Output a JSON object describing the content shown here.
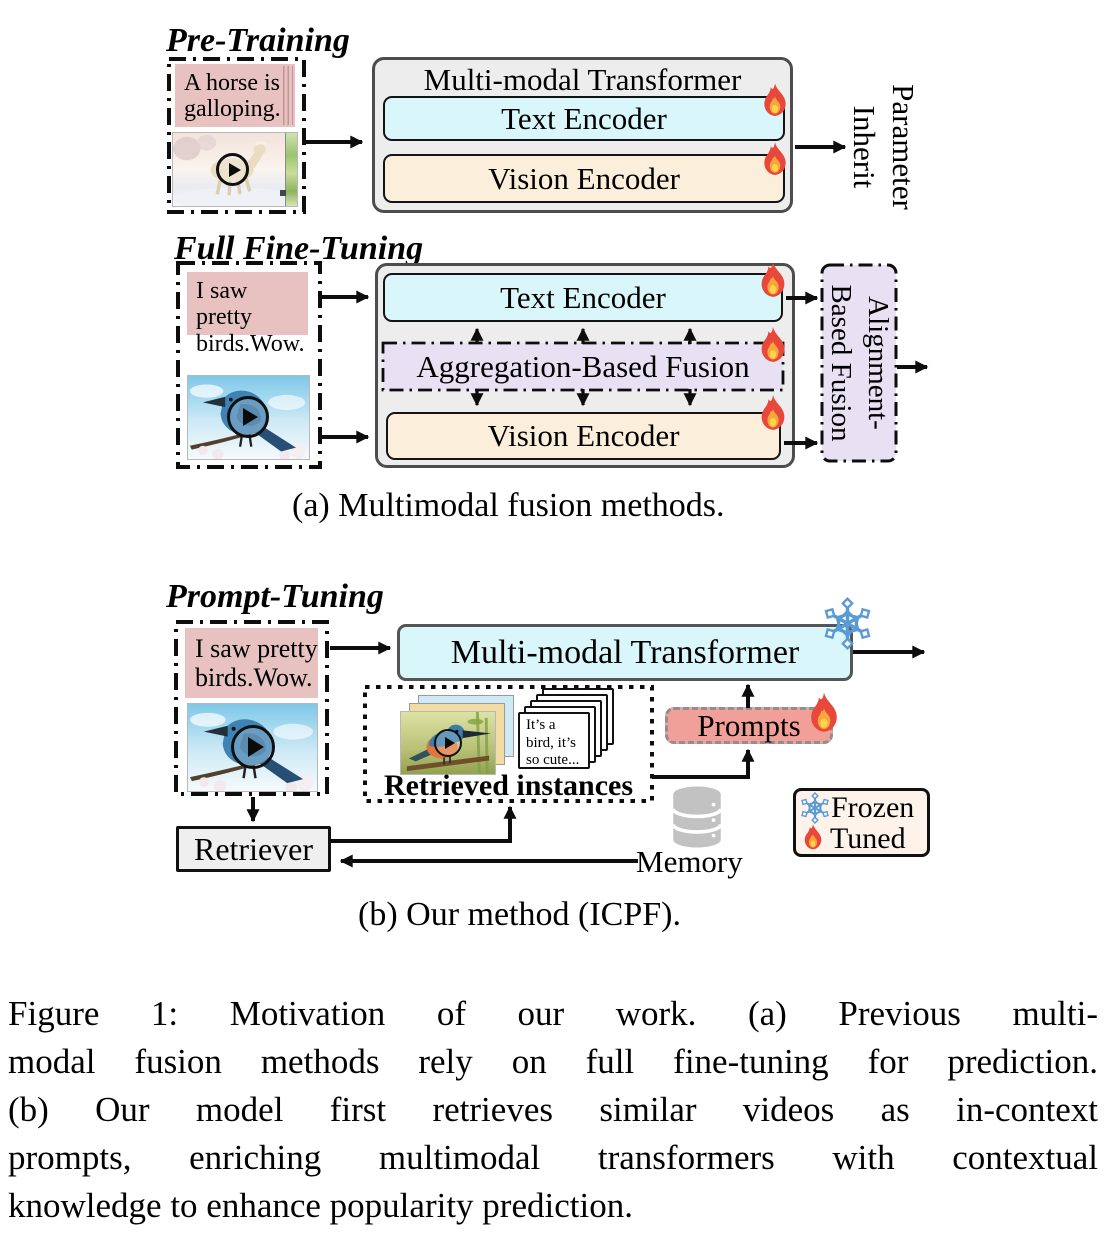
{
  "figure": {
    "section_a": {
      "pretraining": {
        "header": "Pre-Training",
        "input_text": {
          "line1": "A horse is",
          "line2": "galloping."
        },
        "box_title": "Multi-modal Transformer",
        "text_encoder": "Text Encoder",
        "vision_encoder": "Vision Encoder",
        "output": {
          "line1": "Parameter",
          "line2": "Inherit"
        }
      },
      "finetuning": {
        "header": "Full Fine-Tuning",
        "input_text": {
          "line1": "I saw pretty",
          "line2": "birds.Wow."
        },
        "text_encoder": "Text Encoder",
        "fusion": "Aggregation-Based Fusion",
        "vision_encoder": "Vision Encoder",
        "alignment": {
          "line1": "Alignment-",
          "line2": "Based Fusion"
        }
      },
      "caption": "(a) Multimodal fusion methods."
    },
    "section_b": {
      "header": "Prompt-Tuning",
      "input_text": {
        "line1": "I saw pretty",
        "line2": "birds.Wow."
      },
      "transformer": "Multi-modal Transformer",
      "retrieved": {
        "label": "Retrieved instances",
        "card_text": {
          "line1": "It’s a",
          "line2": "bird, it’s",
          "line3": "so cute..."
        }
      },
      "prompts": "Prompts",
      "retriever": "Retriever",
      "memory": "Memory",
      "legend": {
        "frozen": "Frozen",
        "tuned": "Tuned"
      },
      "caption": "(b) Our method (ICPF)."
    },
    "caption": {
      "line1": "Figure 1: Motivation of our work. (a) Previous multi-",
      "line2": "modal fusion methods rely on full fine-tuning for prediction.",
      "line3": "(b) Our model first retrieves similar videos as in-context",
      "line4": "prompts, enriching multimodal transformers with contextual",
      "line5": "knowledge to enhance popularity prediction."
    },
    "colors": {
      "text_encoder_bg": "#d9f6fa",
      "vision_encoder_bg": "#fbeedb",
      "fusion_bg": "#e7e1f3",
      "outer_box_bg": "#ededed",
      "input_text_bg": "#e7c2c1",
      "prompts_bg": "#f09f99",
      "legend_bg": "#fdf3ea",
      "frozen_blue": "#5b9bd5",
      "flame_red": "#e8483b",
      "flame_orange": "#f6a73c"
    }
  }
}
